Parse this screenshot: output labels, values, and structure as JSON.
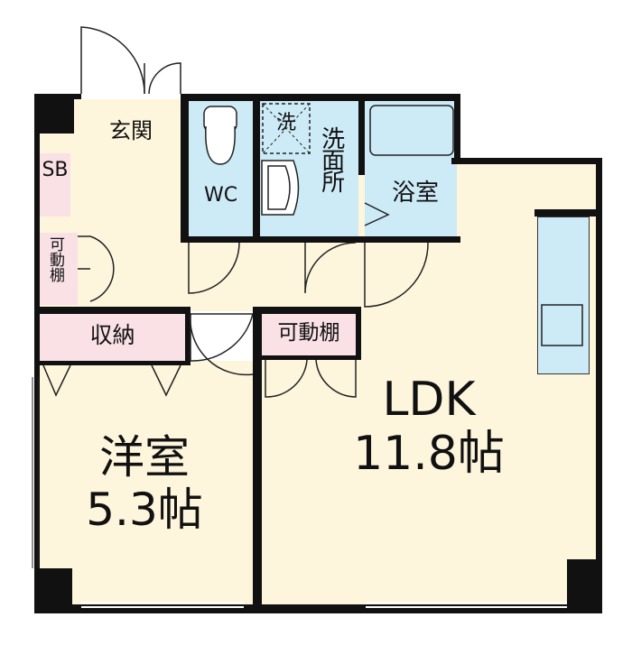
{
  "rooms": {
    "entrance": "玄関",
    "shoe_box": "SB",
    "shelf_small": "可動棚",
    "wc": "WC",
    "washer": "洗",
    "washroom": "洗面所",
    "bath": "浴室",
    "closet": "収納",
    "shelf": "可動棚",
    "western_room": "洋室",
    "western_room_size": "5.3帖",
    "ldk": "LDK",
    "ldk_size": "11.8帖"
  },
  "colors": {
    "floor": "#fdf5dc",
    "wet": "#cdeaf7",
    "storage": "#f9e1e6",
    "wall": "#111111"
  }
}
